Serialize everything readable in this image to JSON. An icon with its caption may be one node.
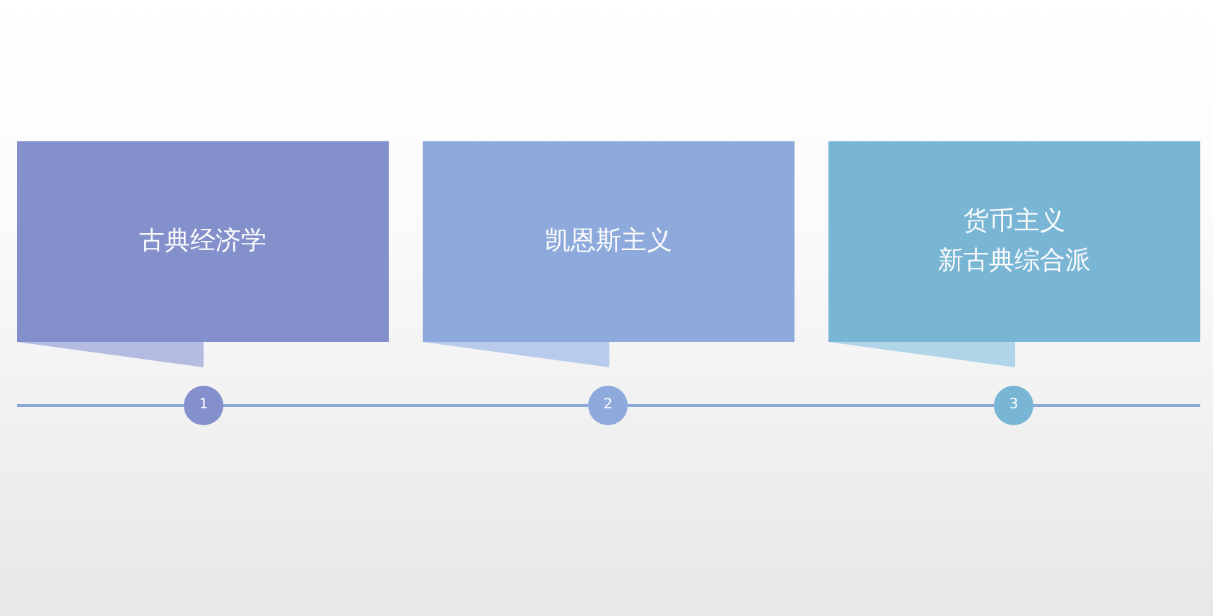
{
  "diagram": {
    "nodes": [
      {
        "text": [
          "古典经济学"
        ]
      },
      {
        "text": [
          "凯恩斯主义"
        ]
      },
      {
        "text": [
          "货币主义",
          "新古典综合派"
        ]
      },
      {
        "text": [
          "1"
        ]
      },
      {
        "text": [
          "2"
        ]
      },
      {
        "text": [
          "3"
        ]
      }
    ],
    "edges": [
      {
        "from": null,
        "to": 3,
        "arrow": "none"
      },
      {
        "from": 3,
        "to": 4,
        "arrow": "none"
      },
      {
        "from": 4,
        "to": 5,
        "arrow": "none"
      },
      {
        "from": 5,
        "to": null,
        "arrow": "none"
      }
    ]
  }
}
